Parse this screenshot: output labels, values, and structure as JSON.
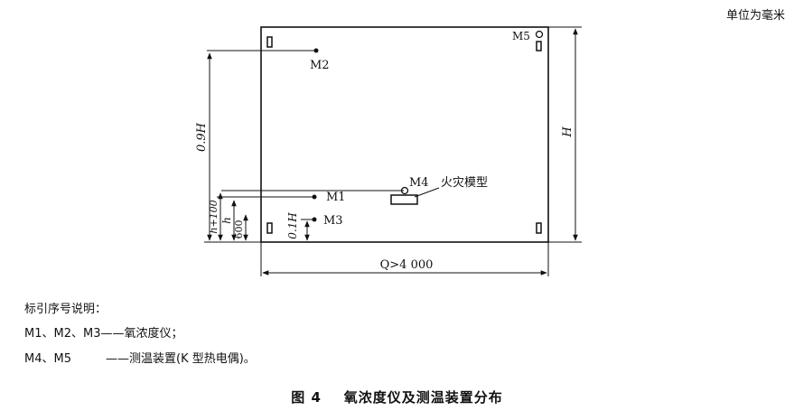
{
  "header": {
    "units_note": "单位为毫米"
  },
  "diagram": {
    "markers": {
      "m1": "M1",
      "m2": "M2",
      "m3": "M3",
      "m4": "M4",
      "m5": "M5"
    },
    "fire_model_label": "火灾模型",
    "dims": {
      "height_H": "H",
      "h_09H": "0.9H",
      "h_01H": "0.1H",
      "h_plus_100": "h+100",
      "h": "h",
      "h_600": "600",
      "width": "Q>4 000"
    }
  },
  "legend": {
    "title": "标引序号说明：",
    "items": [
      {
        "ids": "M1、M2、M3",
        "text": "——氧浓度仪；"
      },
      {
        "ids": "M4、M5",
        "text": "——测温装置(K 型热电偶)。"
      }
    ]
  },
  "caption": "图 4    氧浓度仪及测温装置分布"
}
